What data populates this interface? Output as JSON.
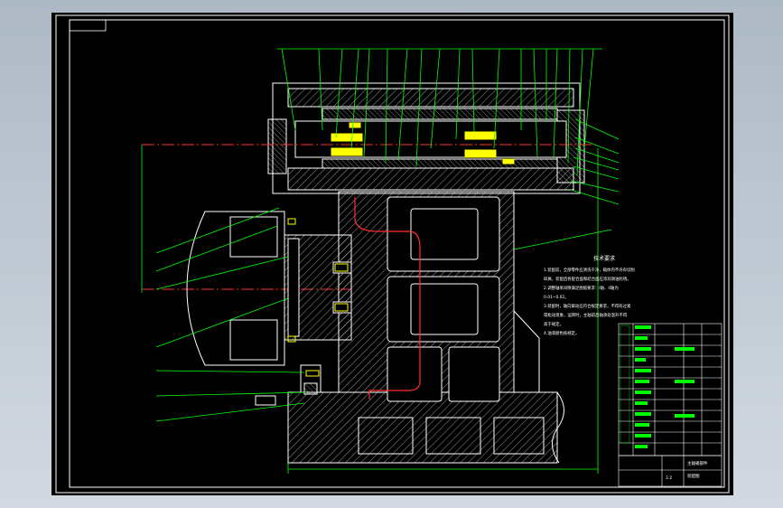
{
  "drawing": {
    "tech_requirements_title": "技术要求",
    "tech_requirements": [
      "1.装配前，全部零件应清洗干净，箱体内不许有切削",
      "碎屑，装配后各配合面和结合面应涂润滑油防锈。",
      "2.调整轴承间隙满足图纸要求：I轴、II轴为",
      "0.01~0.02。",
      "3.装配时，轴向窜动应符合规定要求，不得有过紧",
      "或松动现象，运转时，主轴前后轴承处温升不得",
      "高于规定。",
      "4.油漆颜色按规定。"
    ],
    "title_block": {
      "drawing_name": "主轴箱部件",
      "drawing_sub": "装配图",
      "scale": "1:2"
    }
  },
  "colors": {
    "background": "#000000",
    "outline": "#ffffff",
    "leader": "#00ff00",
    "centerline": "#ff3030",
    "bearing": "#ffff00",
    "dimension": "#00ffff",
    "hatch": "#ffffff"
  }
}
